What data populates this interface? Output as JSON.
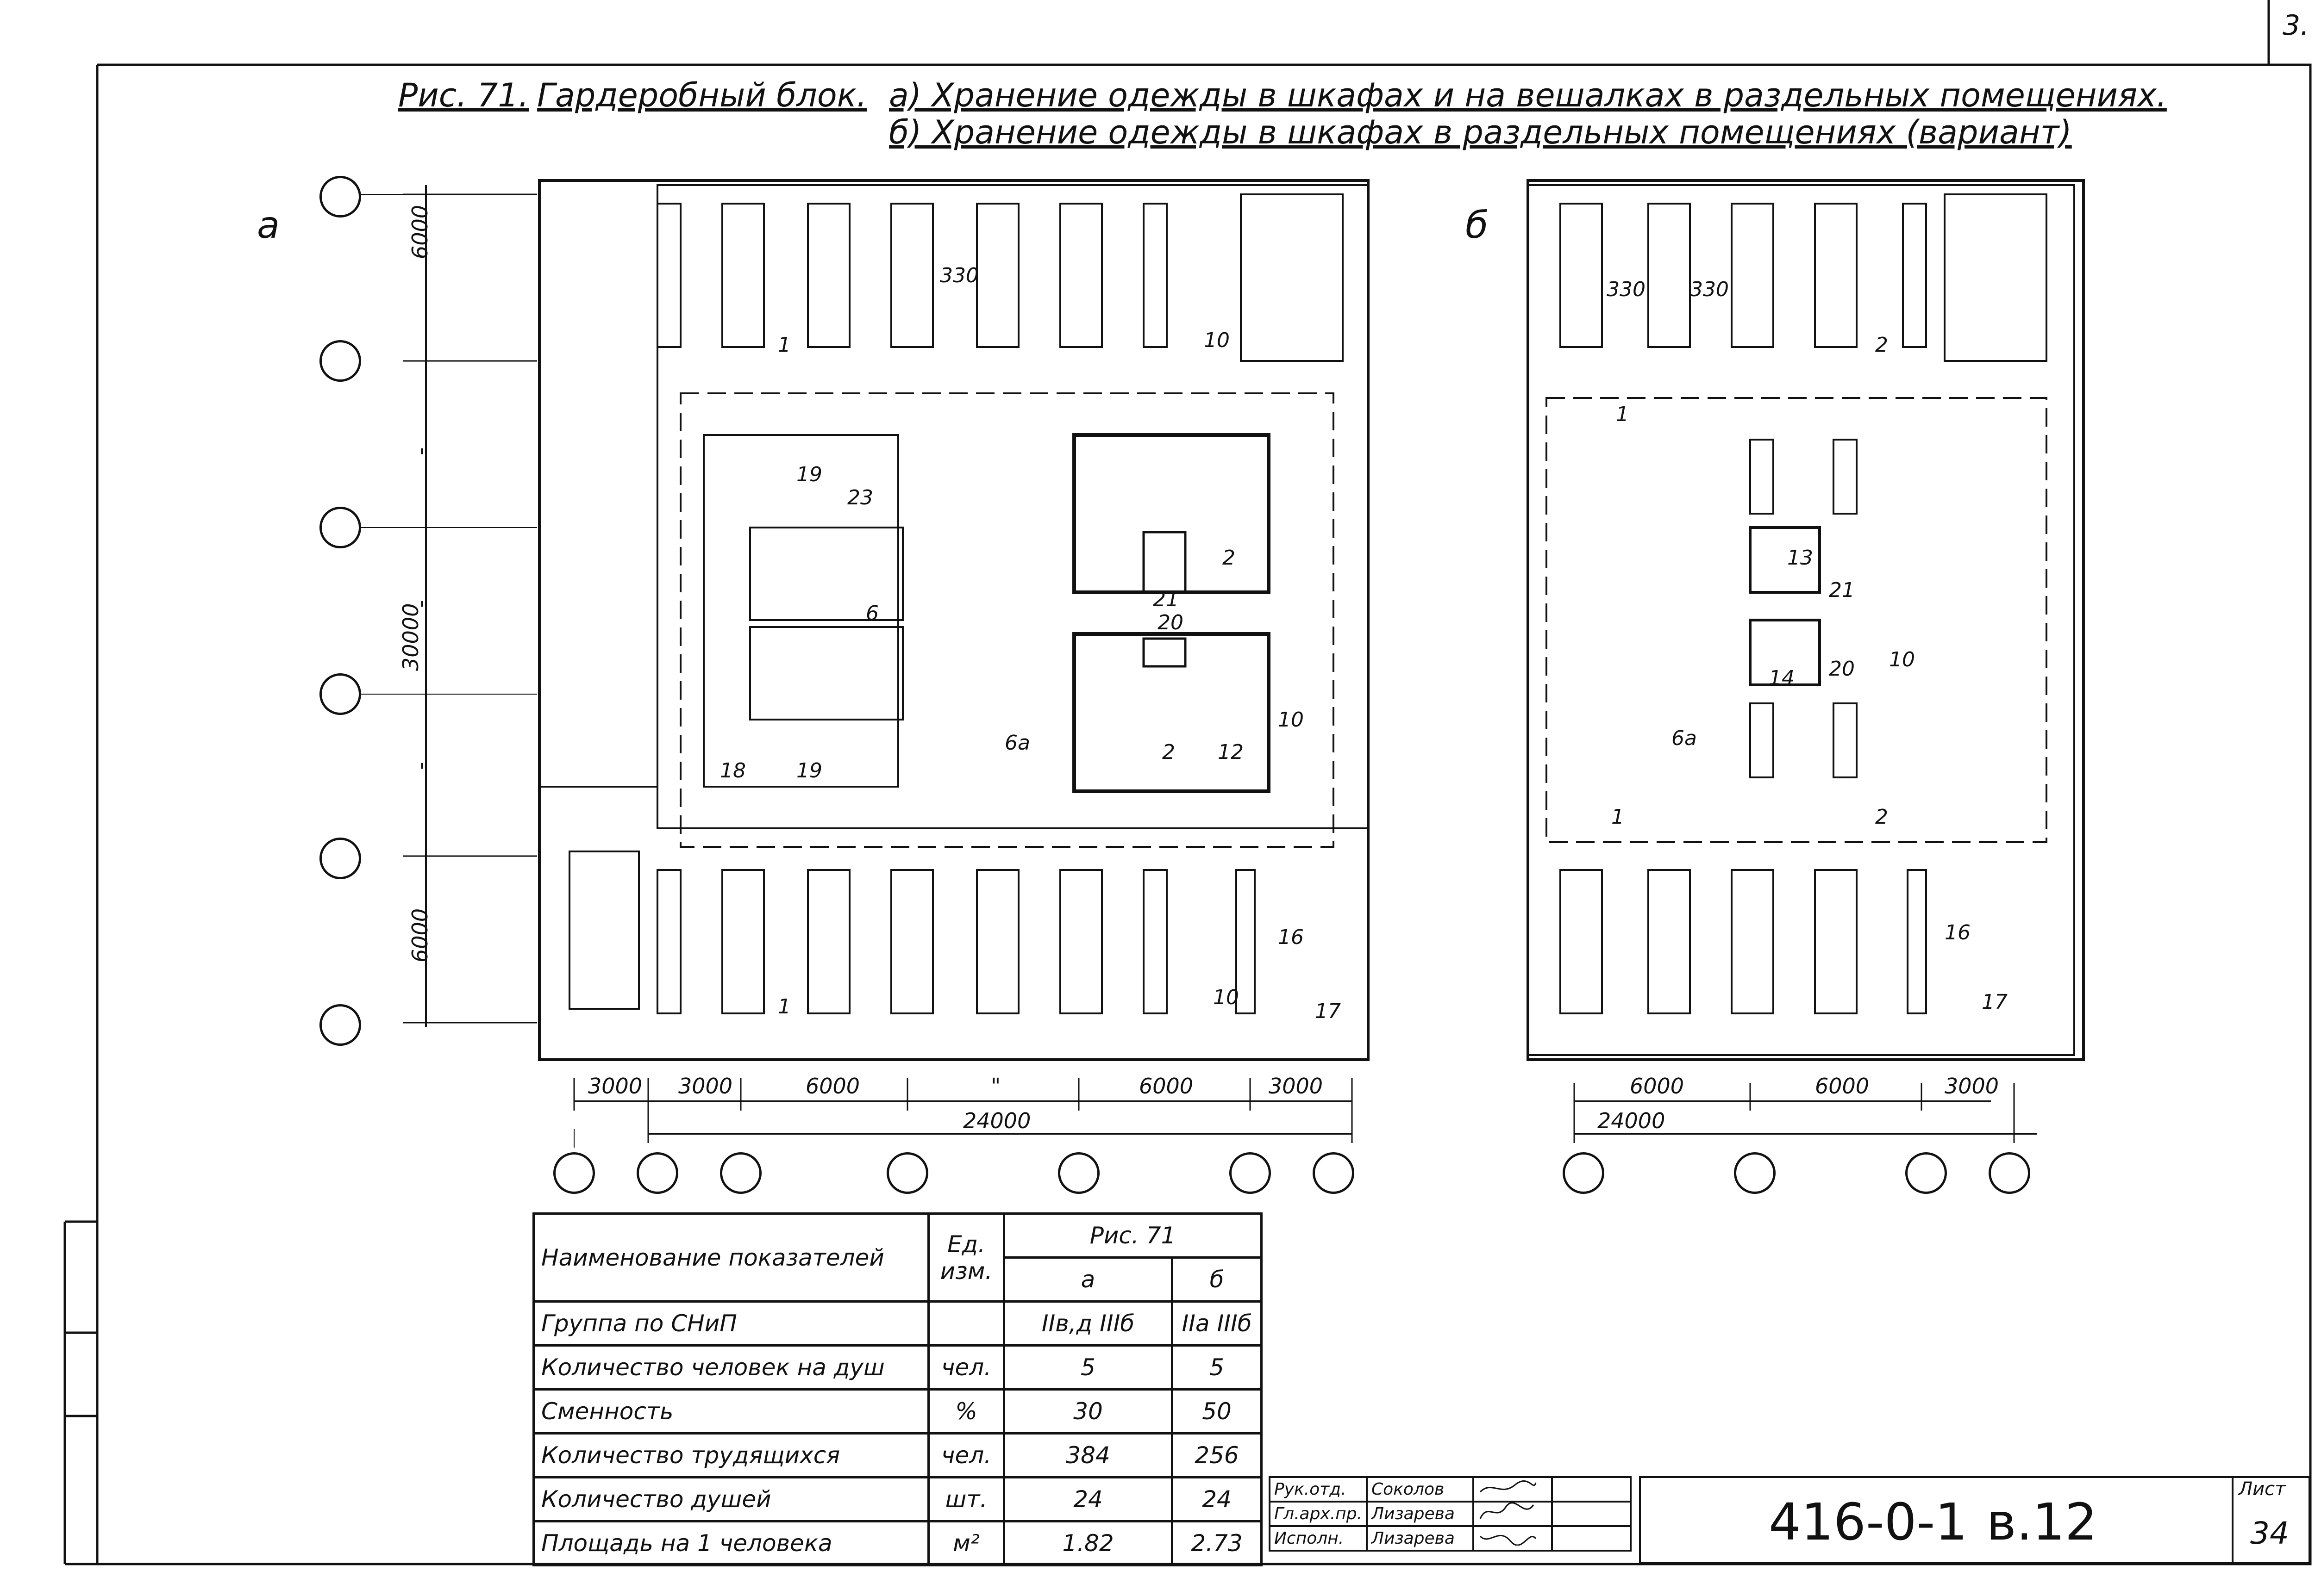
{
  "page_number_corner": "3.",
  "title": {
    "fig": "Рис. 71.",
    "name": "Гардеробный блок.",
    "line_a": "а) Хранение одежды в шкафах и на вешалках в раздельных помещениях.",
    "line_b": "б) Хранение одежды в шкафах в раздельных помещениях (вариант)"
  },
  "plan_a": {
    "letter": "а",
    "vertical_dims": [
      "6000",
      "\"",
      "30000",
      "\"",
      "\"",
      "6000"
    ],
    "horizontal_dims": [
      "3000",
      "3000",
      "6000",
      "\"",
      "6000",
      "3000"
    ],
    "total_width": "24000",
    "room_labels": [
      "1",
      "330",
      "10",
      "19",
      "23",
      "6",
      "2",
      "21",
      "20",
      "2",
      "12",
      "10",
      "6а",
      "18",
      "19",
      "1",
      "16",
      "10",
      "17"
    ]
  },
  "plan_b": {
    "letter": "б",
    "horizontal_dims": [
      "6000",
      "6000",
      "3000"
    ],
    "total_width": "24000",
    "room_labels": [
      "330",
      "330",
      "2",
      "1",
      "13",
      "21",
      "10",
      "14",
      "20",
      "6а",
      "1",
      "2",
      "16",
      "17"
    ]
  },
  "table": {
    "header_name": "Наименование показателей",
    "header_unit": "Ед. изм.",
    "header_fig": "Рис. 71",
    "col_a": "а",
    "col_b": "б",
    "rows": [
      {
        "name": "Группа по СНиП",
        "unit": "",
        "a": "IIв,д IIIб",
        "b": "IIа IIIб"
      },
      {
        "name": "Количество человек на душ",
        "unit": "чел.",
        "a": "5",
        "b": "5"
      },
      {
        "name": "Сменность",
        "unit": "%",
        "a": "30",
        "b": "50"
      },
      {
        "name": "Количество трудящихся",
        "unit": "чел.",
        "a": "384",
        "b": "256"
      },
      {
        "name": "Количество душей",
        "unit": "шт.",
        "a": "24",
        "b": "24"
      },
      {
        "name": "Площадь на 1 человека",
        "unit": "м²",
        "a": "1.82",
        "b": "2.73"
      }
    ]
  },
  "title_block": {
    "rows": [
      {
        "role": "Рук.отд.",
        "name": "Соколов"
      },
      {
        "role": "Гл.арх.пр.",
        "name": "Лизарева"
      },
      {
        "role": "Исполн.",
        "name": "Лизарева"
      }
    ],
    "code": "416-0-1",
    "volume": "в.12",
    "sheet_label": "Лист",
    "sheet_number": "34"
  }
}
